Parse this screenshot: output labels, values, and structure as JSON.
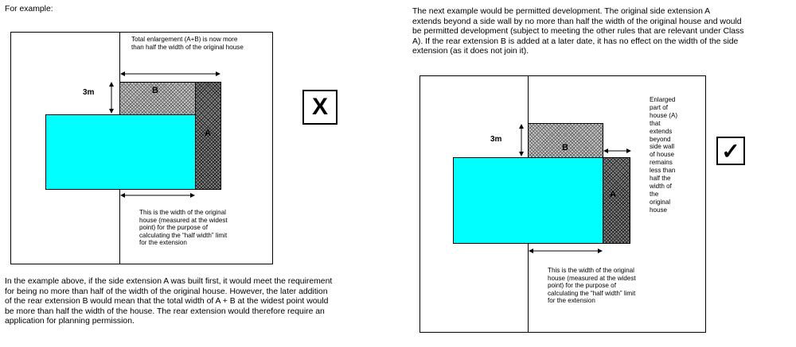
{
  "left": {
    "heading": "For example:",
    "top_note_line1": "Total enlargement (A+B) is now more",
    "top_note_line2": "than half the width of the original house",
    "dim_label": "3m",
    "label_b": "B",
    "label_a": "A",
    "bottom_note": [
      "This is the width of the original",
      "house (measured at the widest",
      "point) for the purpose of",
      "calculating the “half width” limit",
      "for the extension"
    ],
    "result_mark": "X",
    "para": [
      "In the example above, if the side extension A was built first, it would meet the requirement",
      "for being no more than half of the width of the original house.  However, the later addition",
      "of the rear extension B would mean that the total width of A + B at the widest point would",
      "be more than half the width of the house.  The rear extension would therefore require an",
      "application for planning permission."
    ]
  },
  "right": {
    "para": [
      "The next example would be permitted development.  The original side extension A",
      "extends beyond a side wall by no more than half the width of the original house and would",
      "be permitted development (subject to meeting the other rules that are relevant under Class",
      "A).  If the rear extension B is added at a later date, it has no effect on the width of the side",
      "extension (as it does not join it)."
    ],
    "dim_label": "3m",
    "label_b": "B",
    "label_a": "A",
    "side_note": [
      "Enlarged",
      "part of",
      "house (A)",
      "that",
      "extends",
      "beyond",
      "side wall",
      "of house",
      "remains",
      "less than",
      "half the",
      "width of",
      "the",
      "original",
      "house"
    ],
    "bottom_note": [
      "This is the width of the original",
      "house (measured at the widest",
      "point) for the purpose of",
      "calculating the “half width” limit",
      "for the extension"
    ],
    "result_mark": "✓"
  }
}
